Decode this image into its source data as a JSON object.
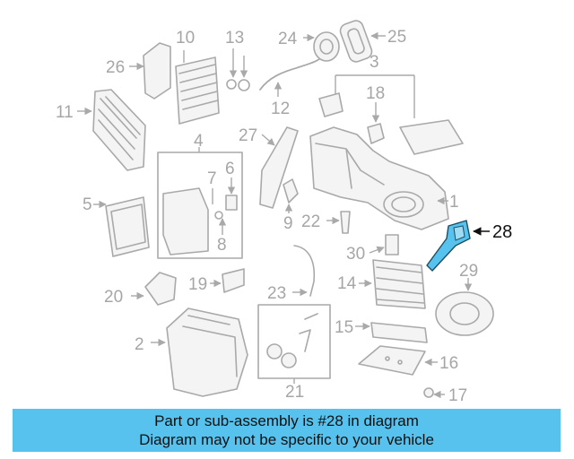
{
  "diagram": {
    "callouts": [
      "1",
      "2",
      "3",
      "4",
      "5",
      "6",
      "7",
      "8",
      "9",
      "10",
      "11",
      "12",
      "13",
      "14",
      "15",
      "16",
      "17",
      "18",
      "19",
      "20",
      "21",
      "22",
      "23",
      "24",
      "25",
      "26",
      "27",
      "29",
      "30"
    ],
    "highlight_callout": "28",
    "highlight_color": "#56c2ed"
  },
  "banner": {
    "line1": "Part or sub-assembly is #28 in diagram",
    "line2": "Diagram may not be specific to your vehicle",
    "background": "#56c2ed"
  }
}
